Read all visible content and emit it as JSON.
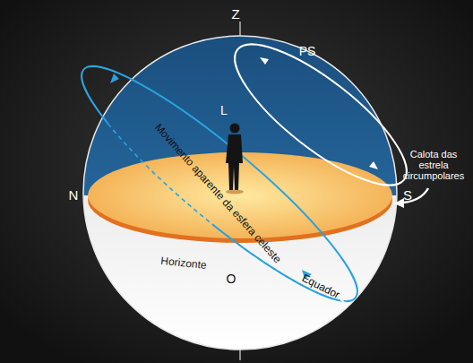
{
  "diagram": {
    "labels": [
      "Z",
      "PS",
      "Calota das estrela circumpolares",
      "L",
      "N",
      "S",
      "Movimento aparente da esfera celeste",
      "Horizonte",
      "O",
      "Equador"
    ]
  }
}
